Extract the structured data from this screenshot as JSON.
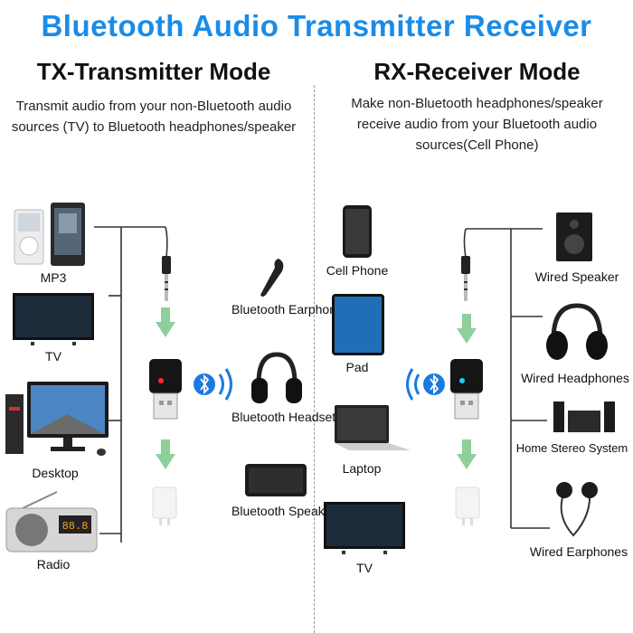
{
  "title": "Bluetooth Audio Transmitter Receiver",
  "tx": {
    "heading": "TX-Transmitter Mode",
    "description_line1": "Transmit audio from your non-Bluetooth audio",
    "description_line2": "sources (TV) to Bluetooth headphones/speaker",
    "sources": [
      "MP3",
      "TV",
      "Desktop",
      "Radio"
    ],
    "outputs": [
      "Bluetooth Earphone",
      "Bluetooth Headset",
      "Bluetooth Speaker"
    ],
    "radio_display": "88.8"
  },
  "rx": {
    "heading": "RX-Receiver Mode",
    "description_line1": "Make non-Bluetooth headphones/speaker",
    "description_line2": "receive audio from your Bluetooth audio",
    "description_line3": "sources(Cell Phone)",
    "sources": [
      "Cell Phone",
      "Pad",
      "Laptop",
      "TV"
    ],
    "outputs": [
      "Wired Speaker",
      "Wired Headphones",
      "Home Stereo System",
      "Wired Earphones"
    ]
  },
  "colors": {
    "title_blue": "#1a8ce8",
    "arrow_green": "#8ecf9a",
    "bluetooth_blue": "#1a7ae0",
    "tx_led": "#ff2a2a",
    "rx_led": "#22c8ff"
  },
  "icons": [
    "bluetooth-icon",
    "audio-jack-icon",
    "usb-dongle-icon",
    "usb-charger-icon"
  ]
}
